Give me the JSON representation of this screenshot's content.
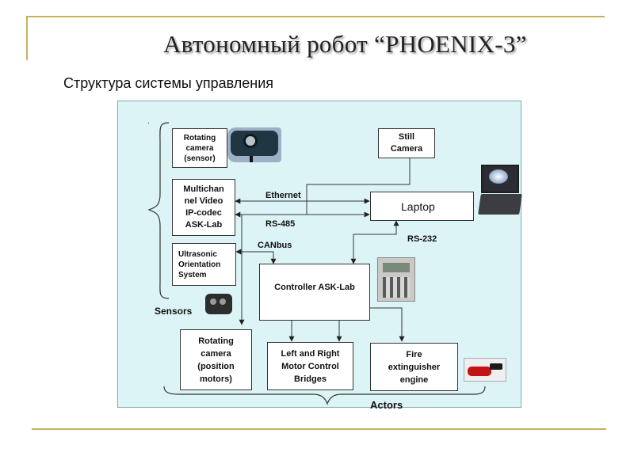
{
  "slide": {
    "title": "Автономный робот  “PHOENIX-3”",
    "subtitle": "Структура системы управления"
  },
  "diagram": {
    "dot": ".",
    "nodes": {
      "rotating_camera_sensor": "Rotating\ncamera\n(sensor)",
      "still_camera": "Still\nCamera",
      "multichannel_video": "Multichan\nnel Video\nIP-codec\nASK-Lab",
      "laptop": "Laptop",
      "ultrasonic": "Ultrasonic\nOrientation\nSystem",
      "controller": "Controller ASK-Lab",
      "rotating_camera_motors": "Rotating\ncamera\n(position\nmotors)",
      "motor_bridges": "Left and Right\nMotor Control\nBridges",
      "fire_engine": "Fire\nextinguisher\nengine"
    },
    "edge_labels": {
      "ethernet": "Ethernet",
      "rs485": "RS-485",
      "rs232": "RS-232",
      "canbus": "CANbus"
    },
    "group_labels": {
      "sensors": "Sensors",
      "actors": "Actors"
    }
  },
  "images": {
    "camera_photo": "camera-photo",
    "laptop_photo": "laptop-photo",
    "controller_photo": "controller-board-photo",
    "sensor_photo": "ultrasonic-sensor-photo",
    "extinguisher_photo": "fire-extinguisher-photo"
  }
}
